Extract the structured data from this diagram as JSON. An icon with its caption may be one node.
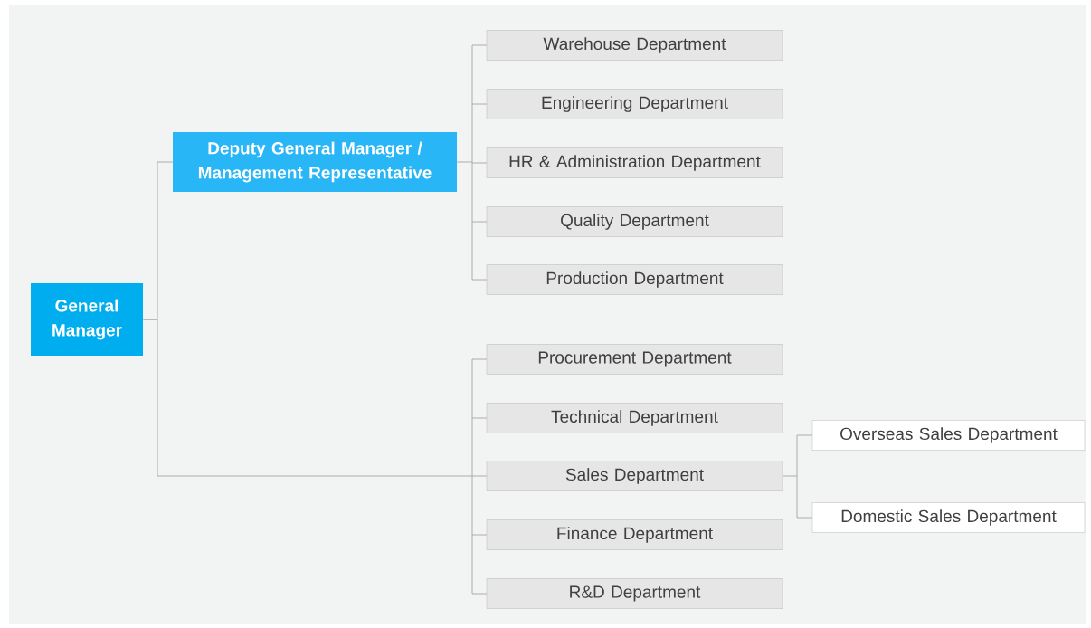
{
  "diagram": {
    "nodes": [
      {
        "text": [
          "General Manager"
        ]
      },
      {
        "text": [
          "Deputy General Manager / Management Representative"
        ]
      },
      {
        "text": [
          "Warehouse Department"
        ]
      },
      {
        "text": [
          "Engineering Department"
        ]
      },
      {
        "text": [
          "HR & Administration Department"
        ]
      },
      {
        "text": [
          "Quality Department"
        ]
      },
      {
        "text": [
          "Production Department"
        ]
      },
      {
        "text": [
          "Procurement Department"
        ]
      },
      {
        "text": [
          "Technical Department"
        ]
      },
      {
        "text": [
          "Sales Department"
        ]
      },
      {
        "text": [
          "Finance Department"
        ]
      },
      {
        "text": [
          "R&D Department"
        ]
      },
      {
        "text": [
          "Overseas Sales Department"
        ]
      },
      {
        "text": [
          "Domestic Sales Department"
        ]
      }
    ],
    "edges": [
      {
        "from": 0,
        "to": 1,
        "arrow": "none"
      },
      {
        "from": 1,
        "to": 2,
        "arrow": "none"
      },
      {
        "from": 1,
        "to": 3,
        "arrow": "none"
      },
      {
        "from": 1,
        "to": 4,
        "arrow": "none"
      },
      {
        "from": 1,
        "to": 5,
        "arrow": "none"
      },
      {
        "from": 1,
        "to": 6,
        "arrow": "none"
      },
      {
        "from": 0,
        "to": 7,
        "arrow": "none"
      },
      {
        "from": 0,
        "to": 8,
        "arrow": "none"
      },
      {
        "from": 0,
        "to": 9,
        "arrow": "none"
      },
      {
        "from": 0,
        "to": 10,
        "arrow": "none"
      },
      {
        "from": 0,
        "to": 11,
        "arrow": "none"
      },
      {
        "from": 9,
        "to": 12,
        "arrow": "none"
      },
      {
        "from": 9,
        "to": 13,
        "arrow": "none"
      }
    ]
  }
}
